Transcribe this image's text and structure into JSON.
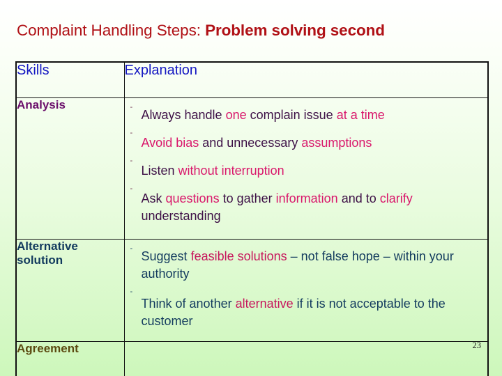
{
  "slide": {
    "title_regular": "Complaint Handling Steps: ",
    "title_bold": "Problem solving second",
    "page_number": "23",
    "colors": {
      "title": "#b01116",
      "header_text": "#1417c2",
      "skill_analysis": "#6b0f6b",
      "skill_alternative": "#123a5e",
      "skill_agreement": "#5b4a10",
      "body_purple": "#3d1046",
      "body_pink": "#d9176b",
      "body_navy": "#123a5e",
      "body_crimson": "#c7165c",
      "border": "#111111",
      "background_top": "#ffffff",
      "background_bottom": "#cdf7bb"
    }
  },
  "table": {
    "headers": {
      "skills": "Skills",
      "explanation": "Explanation"
    },
    "rows": [
      {
        "skill": "Analysis",
        "bullets": [
          {
            "marker": "-",
            "segments": [
              {
                "text": "Always handle ",
                "color": "purple"
              },
              {
                "text": "one",
                "color": "pink"
              },
              {
                "text": " complain issue ",
                "color": "purple"
              },
              {
                "text": "at a time",
                "color": "pink"
              }
            ]
          },
          {
            "marker": "-",
            "segments": [
              {
                "text": "Avoid bias",
                "color": "pink"
              },
              {
                "text": " and unnecessary ",
                "color": "purple"
              },
              {
                "text": "assumptions",
                "color": "pink"
              }
            ]
          },
          {
            "marker": "-",
            "segments": [
              {
                "text": "Listen ",
                "color": "purple"
              },
              {
                "text": "without interruption",
                "color": "pink"
              }
            ]
          },
          {
            "marker": "-",
            "segments": [
              {
                "text": "Ask ",
                "color": "purple"
              },
              {
                "text": "questions",
                "color": "pink"
              },
              {
                "text": " to gather ",
                "color": "purple"
              },
              {
                "text": "information",
                "color": "pink"
              },
              {
                "text": " and to ",
                "color": "purple"
              },
              {
                "text": "clarify",
                "color": "pink"
              },
              {
                "text": " understanding",
                "color": "purple"
              }
            ]
          }
        ]
      },
      {
        "skill": "Alternative solution",
        "bullets": [
          {
            "marker": "-",
            "segments": [
              {
                "text": "Suggest ",
                "color": "navy"
              },
              {
                "text": "feasible solutions",
                "color": "crimson"
              },
              {
                "text": " – not false hope – within your authority",
                "color": "navy"
              }
            ]
          },
          {
            "marker": "-",
            "segments": [
              {
                "text": "Think of another ",
                "color": "navy"
              },
              {
                "text": "alternative",
                "color": "crimson"
              },
              {
                "text": " if it is not acceptable to the customer",
                "color": "navy"
              }
            ]
          }
        ]
      },
      {
        "skill": "Agreement",
        "bullets": []
      }
    ]
  }
}
